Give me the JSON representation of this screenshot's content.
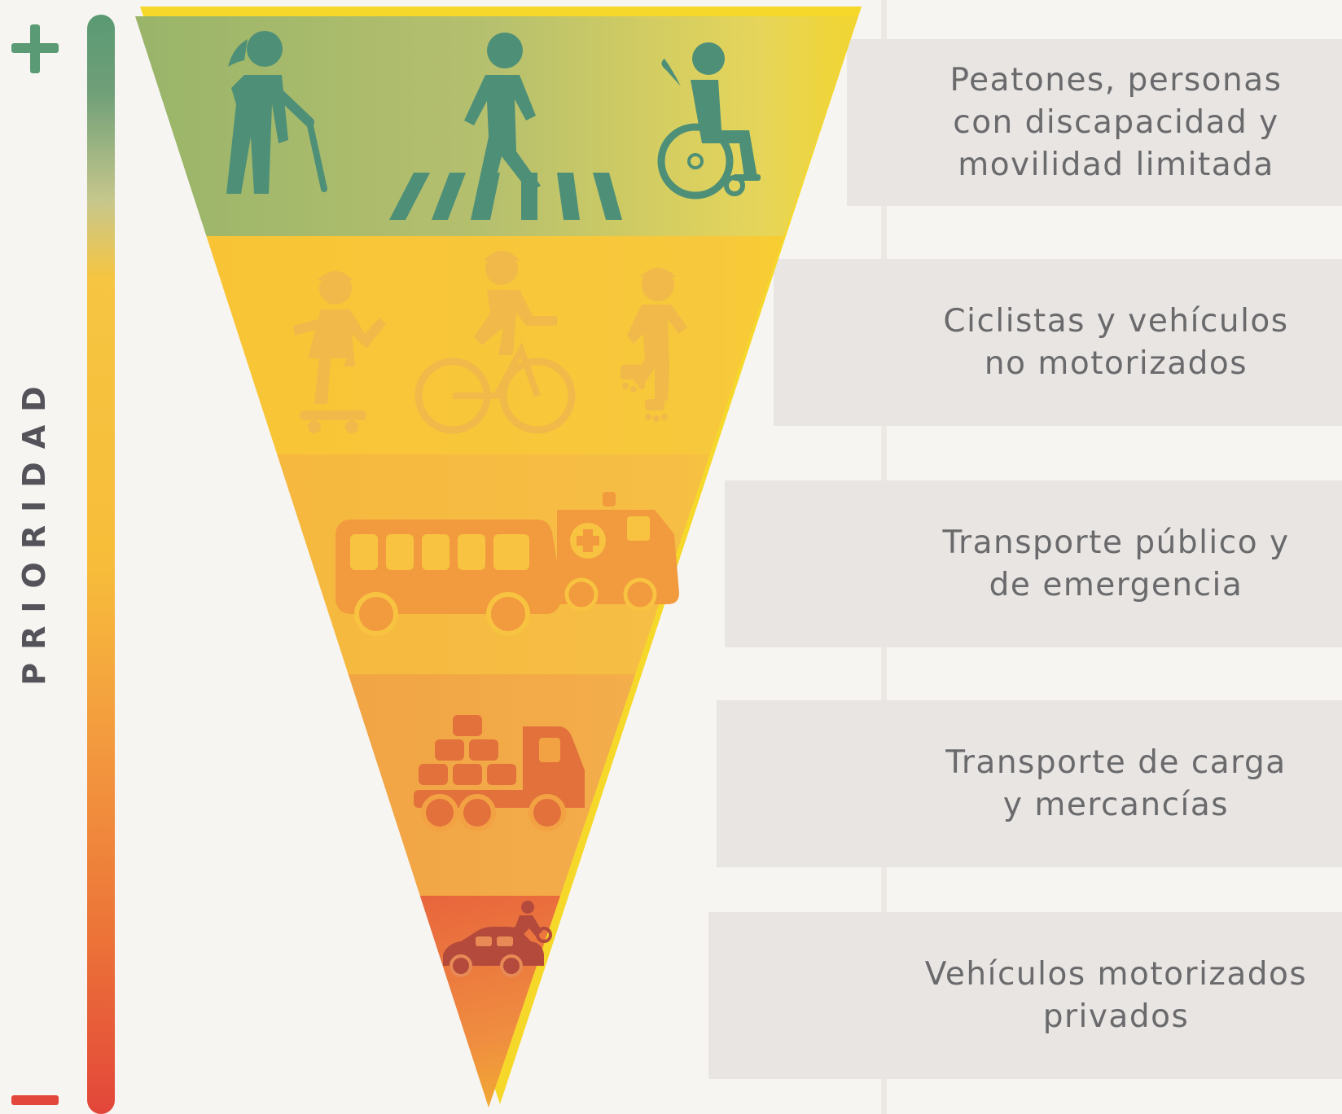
{
  "scale": {
    "label": "PRIORIDAD",
    "top_symbol": "+",
    "bottom_symbol": "−"
  },
  "levels": [
    {
      "text": "Peatones, personas\ncon discapacidad y\nmovilidad limitada",
      "icons": [
        "woman-with-cane-icon",
        "pedestrian-crosswalk-icon",
        "wheelchair-user-icon"
      ]
    },
    {
      "text": "Ciclistas y vehículos\nno motorizados",
      "icons": [
        "skateboarder-icon",
        "cyclist-icon",
        "inline-skater-icon"
      ]
    },
    {
      "text": "Transporte público y\nde emergencia",
      "icons": [
        "bus-icon",
        "ambulance-icon"
      ]
    },
    {
      "text": "Transporte de carga\ny mercancías",
      "icons": [
        "cargo-truck-icon"
      ]
    },
    {
      "text": "Vehículos motorizados\nprivados",
      "icons": [
        "motorcycle-icon",
        "car-icon"
      ]
    }
  ],
  "colors": {
    "pedestrian": "#4e8f78",
    "cyclist": "#f5c43a",
    "transit": "#f2a33c",
    "cargo": "#ed8240",
    "private": "#e44b3a",
    "rim": "#f6d82a",
    "text": "#6a6a6d"
  }
}
